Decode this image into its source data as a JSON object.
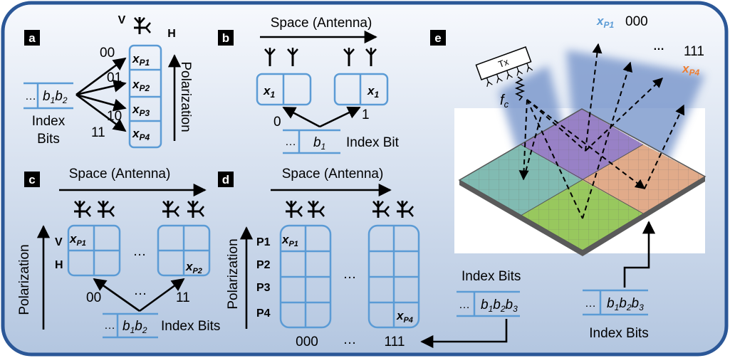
{
  "panels": {
    "a": {
      "letter": "a",
      "v_label": "V",
      "h_label": "H",
      "codes": [
        "00",
        "01",
        "10",
        "11"
      ],
      "cells": [
        "x",
        "x",
        "x",
        "x"
      ],
      "cell_subs": [
        "P1",
        "P2",
        "P3",
        "P4"
      ],
      "axis_label": "Polarization",
      "reg_dots": "…",
      "reg_b": "b",
      "reg_sub1": "1",
      "reg_sub2": "2",
      "caption_line1": "Index",
      "caption_line2": "Bits"
    },
    "b": {
      "letter": "b",
      "axis_label": "Space (Antenna)",
      "cell_text": "x",
      "cell_sub": "1",
      "code0": "0",
      "code1": "1",
      "reg_dots": "…",
      "reg_b": "b",
      "reg_sub": "1",
      "caption": "Index Bit"
    },
    "c": {
      "letter": "c",
      "axis_label": "Space (Antenna)",
      "v_label": "V",
      "h_label": "H",
      "x_left": "x",
      "x_left_sub": "P1",
      "x_right": "x",
      "x_right_sub": "P2",
      "ellipsis": "…",
      "code_left": "00",
      "code_mid": "…",
      "code_right": "11",
      "pol_label": "Polarization",
      "reg_dots": "…",
      "reg_b": "b",
      "reg_sub1": "1",
      "reg_sub2": "2",
      "caption": "Index Bits"
    },
    "d": {
      "letter": "d",
      "axis_label": "Space (Antenna)",
      "pol_label": "Polarization",
      "rows": [
        "P1",
        "P2",
        "P3",
        "P4"
      ],
      "x_left": "x",
      "x_left_sub": "P1",
      "x_right": "x",
      "x_right_sub": "P4",
      "ellipsis": "…",
      "code_left": "000",
      "code_mid": "…",
      "code_right": "111",
      "caption": "Index Bits",
      "reg_dots": "…",
      "reg_b": "b",
      "reg_sub1": "1",
      "reg_sub2": "2",
      "reg_sub3": "3"
    },
    "e": {
      "letter": "e",
      "xp1": "x",
      "xp1_sub": "P1",
      "code_000": "000",
      "dots": "…",
      "code_111": "111",
      "xp4": "x",
      "xp4_sub": "P4",
      "tx": "Tx",
      "fc": "f",
      "fc_sub": "c",
      "reg_dots": "…",
      "reg_b": "b",
      "reg_sub1": "1",
      "reg_sub2": "2",
      "reg_sub3": "3",
      "caption": "Index Bits"
    }
  },
  "colors": {
    "frame": "#2b5797",
    "panel_bg_top": "#ffffff",
    "panel_bg_bottom": "#b7c9e2",
    "cell_stroke": "#5b9bd5",
    "xp1_color": "#5b9bd5",
    "xp4_color": "#ed7d31"
  }
}
